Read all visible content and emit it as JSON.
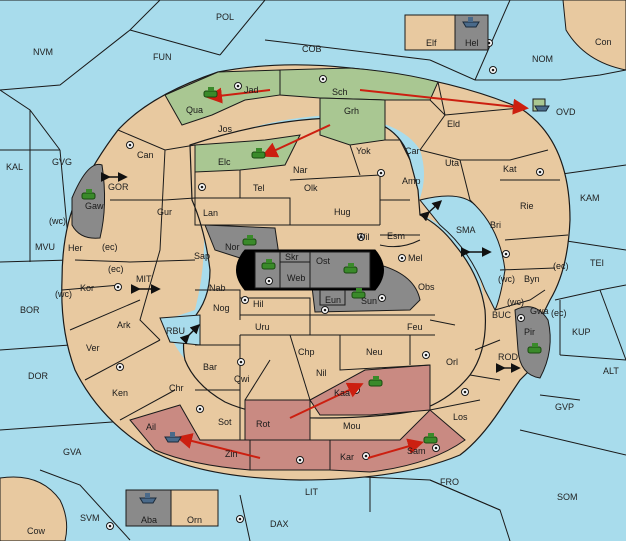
{
  "colors": {
    "sea": "#a8dcec",
    "land": "#e8c9a0",
    "green": "#a9c792",
    "red": "#c98a82",
    "grey": "#8a8a8a",
    "dark": "#2a2a2a",
    "black": "#000000",
    "arrow": "#cc1f10",
    "border": "#1a1a1a"
  },
  "sea_labels": [
    "POL",
    "NVM",
    "FUN",
    "COB",
    "NOM",
    "Con",
    "KAL",
    "GVG",
    "GOR",
    "MVU",
    "BOR",
    "MIT",
    "RBU",
    "DOR",
    "GVA",
    "SVM",
    "Cow",
    "DAX",
    "LIT",
    "FRO",
    "SOM",
    "GVP",
    "ALT",
    "KUP",
    "TEI",
    "KAM",
    "OVD",
    "SMA",
    "ROD",
    "BUC"
  ],
  "land_labels": [
    "Jad",
    "Sch",
    "Qua",
    "Grh",
    "Jos",
    "Eld",
    "Elc",
    "Can",
    "Car",
    "Yok",
    "Nar",
    "Uta",
    "Kat",
    "Amp",
    "Tel",
    "Olk",
    "Gaw",
    "Gur",
    "Lan",
    "Hug",
    "Rie",
    "Bri",
    "Esm",
    "Wil",
    "Nor",
    "Skr",
    "Ost",
    "Mel",
    "Her",
    "Sap",
    "Web",
    "Byn",
    "Kor",
    "Nab",
    "Eun",
    "Obs",
    "Sun",
    "Hil",
    "Nog",
    "Ark",
    "Uru",
    "Feu",
    "Gwa",
    "Pir",
    "Ver",
    "Chp",
    "Neu",
    "Bar",
    "Nil",
    "Orl",
    "Qwi",
    "Chr",
    "Ken",
    "Kaa",
    "Los",
    "Rot",
    "Ail",
    "Sot",
    "Mou",
    "Zin",
    "Kar",
    "Sam",
    "Elf",
    "Hel",
    "Aba",
    "Orn"
  ],
  "coast_marks": [
    "(wc)",
    "(ec)",
    "(ec)",
    "(wc)",
    "(wc)",
    "(ec)",
    "(wc)",
    "(ec)"
  ]
}
